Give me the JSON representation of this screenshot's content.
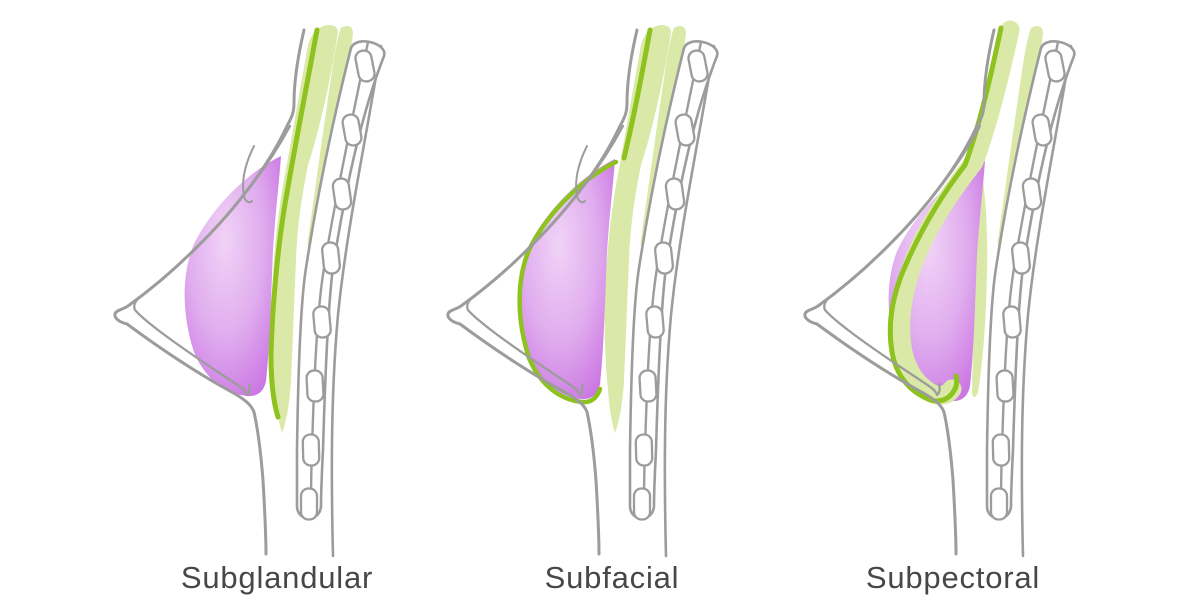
{
  "panels": [
    {
      "id": "subglandular",
      "label": "Subglandular"
    },
    {
      "id": "subfacial",
      "label": "Subfacial"
    },
    {
      "id": "subpectoral",
      "label": "Subpectoral"
    }
  ],
  "colors": {
    "background": "#ffffff",
    "line_gray": "#9c9c9c",
    "muscle_green_dark": "#8dc21f",
    "muscle_green_light": "#dae9a7",
    "implant_gradient_light": "#f1d3f7",
    "implant_gradient_mid": "#e0adee",
    "implant_gradient_deep": "#c970e2",
    "label_text": "#474747"
  }
}
